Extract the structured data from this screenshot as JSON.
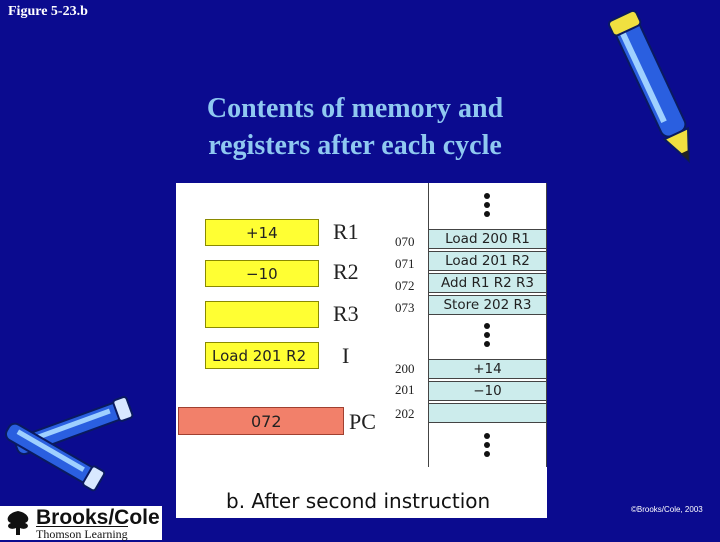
{
  "slide": {
    "figure_label": "Figure 5-23.b",
    "title_line1": "Contents of memory and",
    "title_line2": "registers after each cycle",
    "copyright": "©Brooks/Cole, 2003"
  },
  "diagram": {
    "registers": [
      {
        "name": "R1",
        "value": "+14"
      },
      {
        "name": "R2",
        "value": "−10"
      },
      {
        "name": "R3",
        "value": ""
      },
      {
        "name": "I",
        "value": "Load 201 R2"
      }
    ],
    "pc": {
      "name": "PC",
      "value": "072"
    },
    "memory": [
      {
        "address": "070",
        "content": "Load 200 R1"
      },
      {
        "address": "071",
        "content": "Load 201 R2"
      },
      {
        "address": "072",
        "content": "Add R1 R2 R3"
      },
      {
        "address": "073",
        "content": "Store 202 R3"
      },
      {
        "address": "200",
        "content": "+14"
      },
      {
        "address": "201",
        "content": "−10"
      },
      {
        "address": "202",
        "content": ""
      }
    ],
    "caption": "b. After second instruction"
  },
  "logo": {
    "brand": "Brooks/Cole",
    "subtitle": "Thomson Learning"
  },
  "colors": {
    "background": "#0b0b8f",
    "title": "#8fc8f0",
    "register_fill": "#ffff33",
    "pc_fill": "#f2806a",
    "memory_fill": "#ccecec"
  }
}
